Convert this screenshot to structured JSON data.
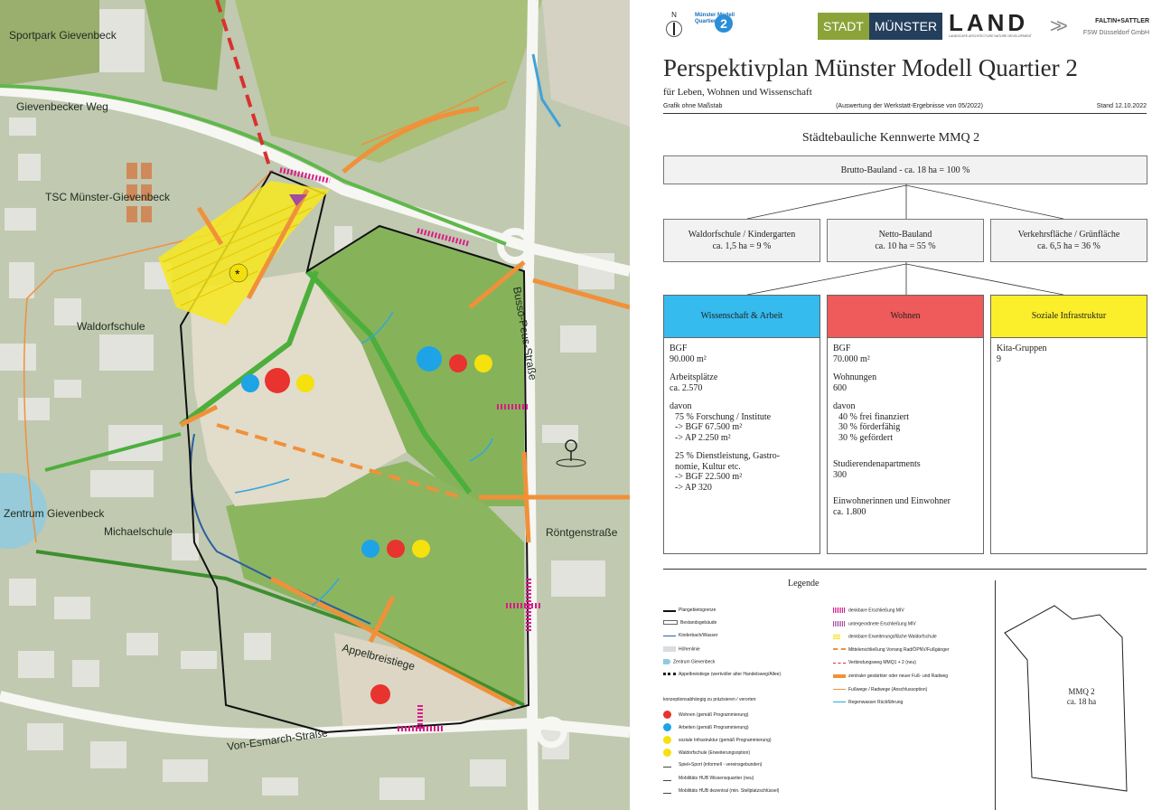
{
  "map": {
    "labels": {
      "sportpark": "Sportpark Gievenbeck",
      "gievenbecker": "Gievenbecker Weg",
      "tsc": "TSC Münster-Gievenbeck",
      "waldorfschule": "Waldorfschule",
      "zentrum": "Zentrum Gievenbeck",
      "michaelschule": "Michaelschule",
      "busso": "Busso-Peus-Straße",
      "roentgen": "Röntgenstraße",
      "appelbreistiege": "Appelbreistiege",
      "vonesmarch": "Von-Esmarch-Straße"
    },
    "colors": {
      "wohnen": "#e8332e",
      "arbeiten": "#1ea4e6",
      "infrastruktur": "#f5e10d",
      "orange": "#f0913a",
      "magenta": "#d81b8a",
      "green": "#4caf3c"
    }
  },
  "header": {
    "north_label": "N",
    "mmq_logo": "Münster Modell Quartier",
    "mmq_logo_num": "2",
    "stadt": "STADT",
    "muenster": "MÜNSTER",
    "land": "LAND",
    "land_sub": "LANDSCAPE ARCHITECTURE NATURE DEVELOPMENT",
    "faltin": "FALTIN+SATTLER",
    "fsw": "FSW Düsseldorf GmbH",
    "title": "Perspektivplan Münster Modell Quartier 2",
    "subtitle": "für Leben, Wohnen und Wissenschaft",
    "meta_left": "Grafik ohne Maßstab",
    "meta_mid": "(Auswertung der Werkstatt-Ergebnisse von 05/2022)",
    "meta_right": "Stand 12.10.2022"
  },
  "kennwerte": {
    "heading": "Städtebauliche Kennwerte MMQ 2",
    "brutto": "Brutto-Bauland - ca. 18 ha = 100 %",
    "waldorf_title": "Waldorfschule / Kindergarten",
    "waldorf_val": "ca. 1,5 ha = 9 %",
    "netto_title": "Netto-Bauland",
    "netto_val": "ca. 10 ha = 55 %",
    "verkehr_title": "Verkehrsfläche / Grünfläche",
    "verkehr_val": "ca. 6,5 ha = 36 %",
    "card_wissen": {
      "title": "Wissenschaft & Arbeit",
      "color": "#35bbee",
      "lines": [
        "BGF",
        "90.000 m²",
        "",
        "Arbeitsplätze",
        "ca. 2.570",
        "",
        "davon",
        "  75 % Forschung / Institute",
        "  -> BGF 67.500 m²",
        "  -> AP 2.250 m²",
        "",
        "  25 % Dienstleistung, Gastro-",
        "  nomie, Kultur etc.",
        "  -> BGF 22.500 m²",
        "  -> AP 320"
      ]
    },
    "card_wohnen": {
      "title": "Wohnen",
      "color": "#ef5a5a",
      "lines": [
        "BGF",
        "70.000 m²",
        "",
        "Wohnungen",
        "600",
        "",
        "davon",
        "  40 % frei finanziert",
        "  30 % förderfähig",
        "  30 % gefördert",
        "",
        "",
        "Studierendenapartments",
        "300",
        "",
        "",
        "Einwohnerinnen und Einwohner",
        "ca. 1.800"
      ]
    },
    "card_sozial": {
      "title": "Soziale Infrastruktur",
      "color": "#fbee2a",
      "lines": [
        "Kita-Gruppen",
        "9"
      ]
    }
  },
  "legend": {
    "title": "Legende",
    "left": [
      "Plangebietsgrenze",
      "Bestandsgebäude",
      "Kinderbach/Wasser",
      "Höhenlinie",
      "Zentrum Gievenbeck",
      "Appelbreistiege (wertvoller alter Handelsweg/Allee)",
      "",
      "konzeptionsabhängig zu präzisieren / verorten:",
      "Wohnen (gemäß Programmierung)",
      "Arbeiten (gemäß Programmierung)",
      "soziale Infrastruktur (gemäß Programmierung)",
      "Waldorfschule (Erweiterungsoption)",
      "Spiel+Sport (informell - vereinsgebunden)",
      "Mobilitäts HUB Wissensquartier (neu)",
      "Mobilitäts HUB dezentral (min. Stellplatzschlüssel)"
    ],
    "right": [
      "denkbare Erschließung MIV",
      "untergeordnete Erschließung MIV",
      "denkbare Erweiterungsfläche Waldorfschule",
      "Mittelerschließung Vorrang Rad/ÖPNV/Fußgänger",
      "Verbindungsweg MMQ1 + 2 (neu)",
      "zentraler gestärkter oder neuer Fuß- und Radweg",
      "Fußwege / Radwege (Anschlussoption)",
      "Regenwasser Rückführung"
    ],
    "mmq_name": "MMQ 2",
    "mmq_area": "ca. 18 ha"
  }
}
